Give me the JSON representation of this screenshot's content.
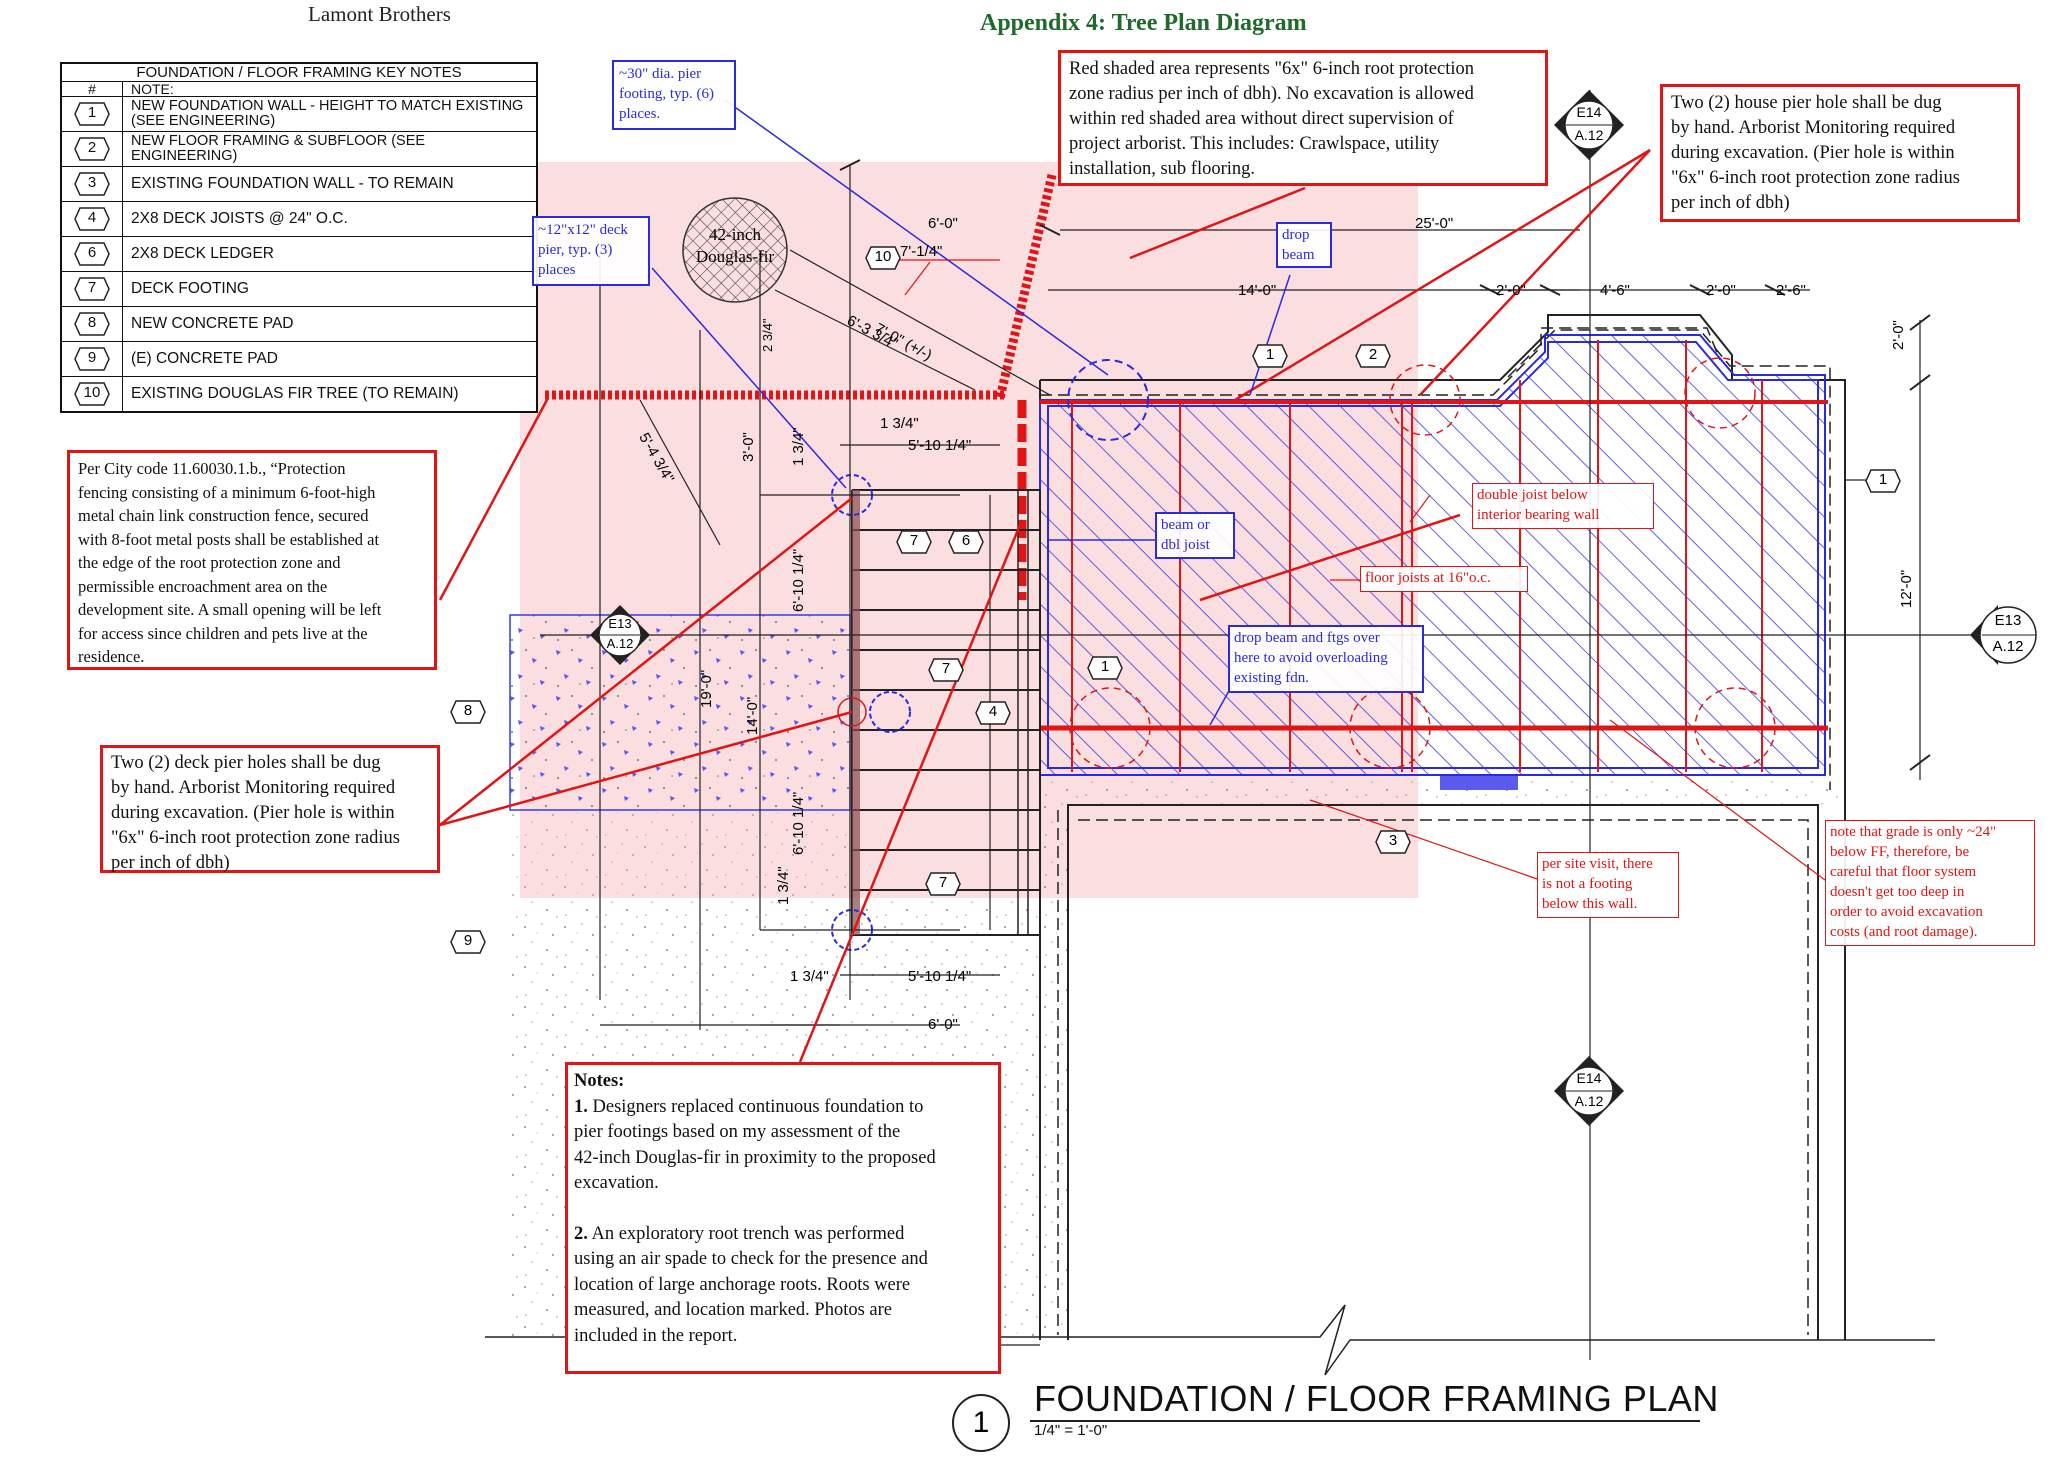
{
  "header": {
    "company": "Lamont Brothers",
    "title": "Appendix 4: Tree Plan Diagram"
  },
  "key_notes": {
    "title": "FOUNDATION / FLOOR FRAMING KEY NOTES",
    "col_num": "#",
    "col_note": "NOTE:",
    "rows": [
      {
        "num": "1",
        "text": "NEW FOUNDATION WALL - HEIGHT TO MATCH EXISTING (SEE ENGINEERING)"
      },
      {
        "num": "2",
        "text": "NEW FLOOR FRAMING & SUBFLOOR (SEE ENGINEERING)"
      },
      {
        "num": "3",
        "text": "EXISTING FOUNDATION WALL - TO REMAIN"
      },
      {
        "num": "4",
        "text": "2X8 DECK JOISTS @ 24\" O.C."
      },
      {
        "num": "6",
        "text": "2X8 DECK LEDGER"
      },
      {
        "num": "7",
        "text": "DECK FOOTING"
      },
      {
        "num": "8",
        "text": "NEW CONCRETE PAD"
      },
      {
        "num": "9",
        "text": "(E) CONCRETE PAD"
      },
      {
        "num": "10",
        "text": "EXISTING DOUGLAS FIR TREE (TO REMAIN)"
      }
    ]
  },
  "callouts": {
    "pier_footing": "~30\" dia. pier\nfooting, typ. (6)\nplaces.",
    "root_zone": "Red shaded area represents \"6x\" 6-inch root protection\nzone radius per inch of dbh). No excavation is allowed\nwithin red shaded area without direct supervision of\nproject arborist. This includes: Crawlspace, utility\ninstallation, sub flooring.",
    "house_pier": "Two (2) house pier hole shall be dug\nby hand. Arborist Monitoring required\nduring excavation. (Pier hole is within\n\"6x\" 6-inch root protection zone radius\nper inch of dbh)",
    "deck_pier_size": "~12\"x12\" deck\npier, typ. (3)\nplaces",
    "drop_beam": "drop\nbeam",
    "city_code": "Per City code 11.60030.1.b., “Protection\nfencing consisting of a minimum 6-foot-high\nmetal chain link construction fence, secured\nwith 8-foot metal posts shall be established at\nthe edge of the root protection zone and\npermissible encroachment area on the\ndevelopment site. A small opening will be left\nfor access since children and pets live at the\nresidence.",
    "beam_dbl": "beam or\ndbl joist",
    "double_joist": "double joist below\ninterior bearing wall",
    "floor_joists": "floor joists at 16\"o.c.",
    "drop_beam_ftgs": "drop beam and ftgs over\nhere to avoid overloading\nexisting fdn.",
    "deck_pier_holes": "Two (2) deck pier holes shall be dug\nby hand. Arborist Monitoring required\nduring excavation. (Pier hole is within\n\"6x\" 6-inch root protection zone radius\nper inch of dbh)",
    "site_visit": "per site visit, there\nis not a footing\nbelow this wall.",
    "grade_note": "note that grade is only ~24\"\nbelow FF, therefore, be\ncareful that floor system\ndoesn't get too deep in\norder to avoid excavation\ncosts (and root damage).",
    "notes_title": "Notes:",
    "note1_num": "1.",
    "note1": " Designers replaced continuous foundation to\npier footings based on my assessment of the\n42-inch Douglas-fir in proximity to the proposed\nexcavation.",
    "note2_num": "2.",
    "note2": " An exploratory root trench was performed\nusing an air spade to check for the presence and\nlocation of large anchorage roots. Roots were\nmeasured, and location marked. Photos are\nincluded in the report."
  },
  "tree": {
    "label_line1": "42-inch",
    "label_line2": "Douglas-fir",
    "tag": "10"
  },
  "section_marks": {
    "e14_top": {
      "top": "E14",
      "bottom": "A.12"
    },
    "e13_left": {
      "top": "E13",
      "bottom": "A.12"
    },
    "e13_right": {
      "top": "E13",
      "bottom": "A.12"
    },
    "e14_bottom": {
      "top": "E14",
      "bottom": "A.12"
    }
  },
  "dimensions": {
    "d_6_0_top": "6'-0\"",
    "d_25_0": "25'-0\"",
    "d_14_0_top": "14'-0\"",
    "d_2_0_a": "2'-0\"",
    "d_4_6": "4'-6\"",
    "d_2_0_b": "2'-0\"",
    "d_2_6": "2'-6\"",
    "d_2_0_v": "2'-0\"",
    "d_12_0": "12'-0\"",
    "d_7_1_4": "7'-1/4\"",
    "d_7_0": "7'-0\" (+/-)",
    "d_6_3_3_4": "6'-3 3/4\"",
    "d_2_3_4": "2 3/4\"",
    "d_5_4_3_4": "5'-4 3/4\"",
    "d_3_0": "3'-0\"",
    "d_1_3_4_a": "1 3/4\"",
    "d_1_3_4_b": "1 3/4\"",
    "d_5_10_a": "5'-10 1/4\"",
    "d_6_10_a": "6'-10 1/4\"",
    "d_19_0": "19'-0\"",
    "d_14_0_v": "14'-0\"",
    "d_6_10_b": "6'-10 1/4\"",
    "d_1_3_4_c": "1 3/4\"",
    "d_1_3_4_d": "1 3/4\"",
    "d_5_10_b": "5'-10 1/4\"",
    "d_6_0_bot": "6'-0\""
  },
  "tags": {
    "t1a": "1",
    "t2": "2",
    "t1b": "1",
    "t1c": "1",
    "t3": "3",
    "t4": "4",
    "t6": "6",
    "t7a": "7",
    "t7b": "7",
    "t7c": "7",
    "t8": "8",
    "t9": "9"
  },
  "plan_title": {
    "number": "1",
    "title": "FOUNDATION / FLOOR FRAMING PLAN",
    "scale": "1/4\" = 1'-0\""
  },
  "colors": {
    "root_zone": "#fadadd",
    "annotation_red": "#e01515",
    "annotation_blue": "#2a2ae0",
    "title_green": "#1e6b2a"
  }
}
